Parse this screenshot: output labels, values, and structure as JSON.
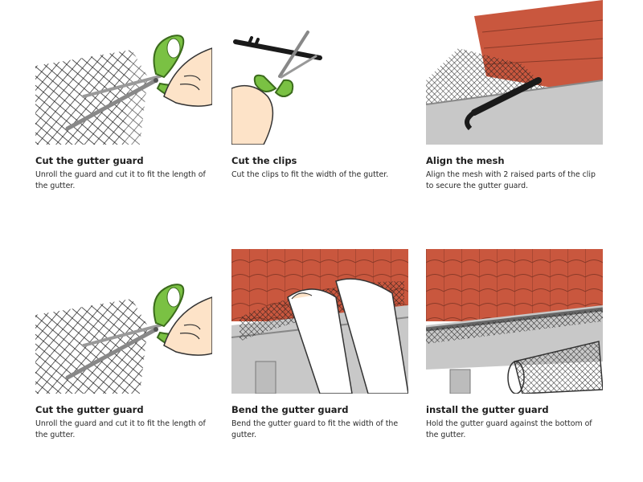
{
  "colors": {
    "scissor_green": "#7ac143",
    "roof_tile": "#c9573e",
    "gutter_grey": "#b8b8b8",
    "mesh": "#222222",
    "skin": "#fde3c8"
  },
  "steps": [
    {
      "title": "Cut the gutter guard",
      "description": "Unroll the guard and cut it to fit the length of the gutter.",
      "icon": "scissors-cutting-mesh-icon"
    },
    {
      "title": "Cut the clips",
      "description": "Cut the clips to fit the width of the gutter.",
      "icon": "scissors-cutting-clip-icon"
    },
    {
      "title": "Align the mesh",
      "description": "Align the mesh with 2 raised parts of the clip to secure the gutter guard.",
      "icon": "mesh-on-clip-icon"
    },
    {
      "title": "Cut the gutter guard",
      "description": "Unroll the guard and cut it to fit the length of the gutter.",
      "icon": "scissors-cutting-mesh-icon"
    },
    {
      "title": "Bend the gutter guard",
      "description": "Bend the gutter guard to fit the width of the gutter.",
      "icon": "hands-bending-guard-icon"
    },
    {
      "title": "install the gutter guard",
      "description": "Hold the gutter guard against the bottom of the gutter.",
      "icon": "installed-gutter-guard-icon"
    }
  ]
}
